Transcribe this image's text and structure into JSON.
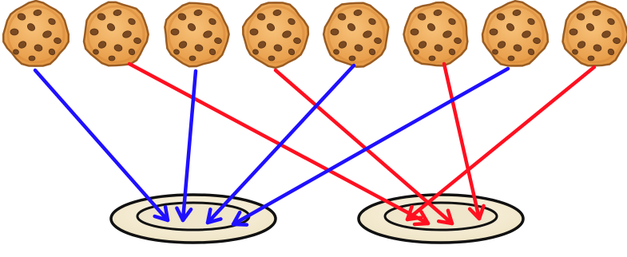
{
  "cookies": [
    {
      "id": "c1",
      "arrow_color": "blue",
      "target_plate": "left"
    },
    {
      "id": "c2",
      "arrow_color": "red",
      "target_plate": "right"
    },
    {
      "id": "c3",
      "arrow_color": "blue",
      "target_plate": "left"
    },
    {
      "id": "c4",
      "arrow_color": "red",
      "target_plate": "right"
    },
    {
      "id": "c5",
      "arrow_color": "blue",
      "target_plate": "left"
    },
    {
      "id": "c6",
      "arrow_color": "red",
      "target_plate": "right"
    },
    {
      "id": "c7",
      "arrow_color": "blue",
      "target_plate": "left"
    },
    {
      "id": "c8",
      "arrow_color": "red",
      "target_plate": "right"
    }
  ],
  "plates": [
    {
      "id": "left",
      "cookie_count": 4
    },
    {
      "id": "right",
      "cookie_count": 4
    }
  ],
  "colors": {
    "blue": "#1f10ff",
    "red": "#ff1020",
    "cookie_fill": "#f0a85a",
    "cookie_edge": "#b8702a",
    "chip": "#7a4a22",
    "plate_fill": "#f6eed7",
    "plate_edge": "#111111"
  }
}
